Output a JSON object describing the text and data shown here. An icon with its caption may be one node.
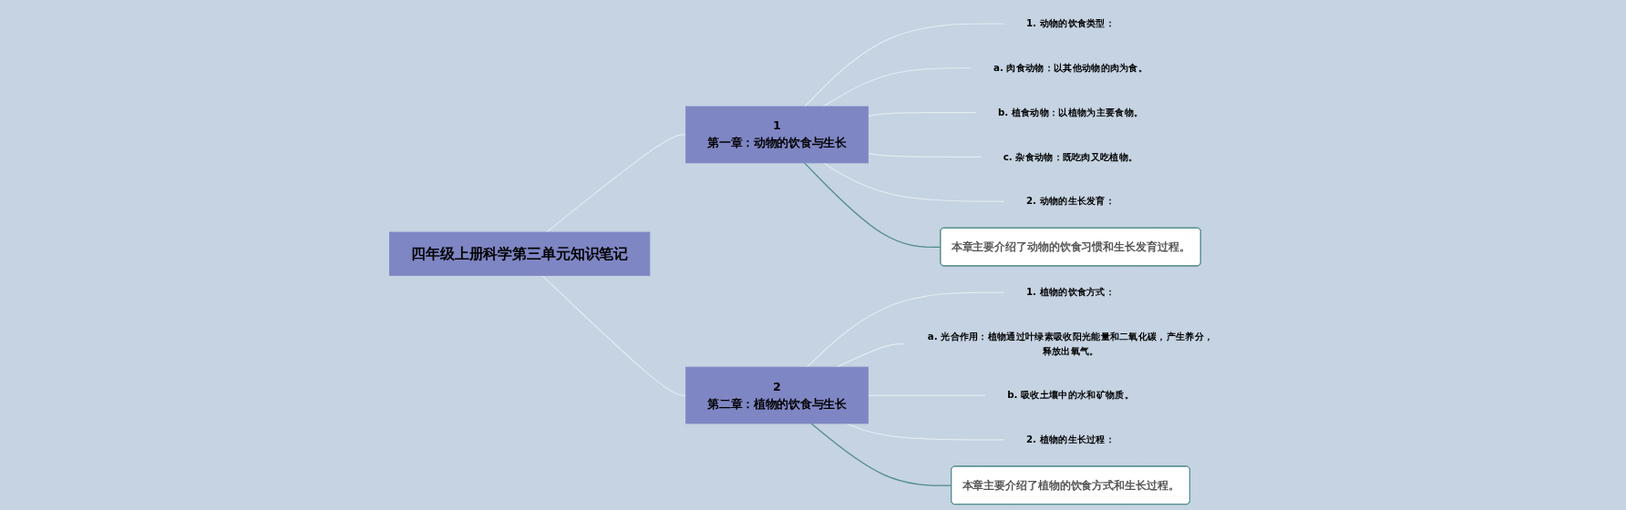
{
  "diagram": {
    "nodes": [
      {
        "text": [
          "四年级上册科学第三单元知识笔记"
        ]
      },
      {
        "text": [
          "1",
          "第一章：动物的饮食与生长"
        ]
      },
      {
        "text": [
          "1. 动物的饮食类型："
        ]
      },
      {
        "text": [
          "a. 肉食动物：以其他动物的肉为食。"
        ]
      },
      {
        "text": [
          "b. 植食动物：以植物为主要食物。"
        ]
      },
      {
        "text": [
          "c. 杂食动物：既吃肉又吃植物。"
        ]
      },
      {
        "text": [
          "2. 动物的生长发育："
        ]
      },
      {
        "text": [
          "本章主要介绍了动物的饮食习惯和生长发育过程。"
        ]
      },
      {
        "text": [
          "2",
          "第二章：植物的饮食与生长"
        ]
      },
      {
        "text": [
          "1. 植物的饮食方式："
        ]
      },
      {
        "text": [
          "a. 光合作用：植物通过叶绿素吸收阳光能量和二氧化碳，产生养分，释放出氧气。"
        ]
      },
      {
        "text": [
          "b. 吸收土壤中的水和矿物质。"
        ]
      },
      {
        "text": [
          "2. 植物的生长过程："
        ]
      },
      {
        "text": [
          "本章主要介绍了植物的饮食方式和生长过程。"
        ]
      }
    ],
    "edges": [
      {
        "from": 0,
        "to": 1,
        "arrow": "none"
      },
      {
        "from": 1,
        "to": 2,
        "arrow": "none"
      },
      {
        "from": 1,
        "to": 3,
        "arrow": "none"
      },
      {
        "from": 1,
        "to": 4,
        "arrow": "none"
      },
      {
        "from": 1,
        "to": 5,
        "arrow": "none"
      },
      {
        "from": 1,
        "to": 6,
        "arrow": "none"
      },
      {
        "from": 1,
        "to": 7,
        "arrow": "none",
        "color": "#4f8a8b"
      },
      {
        "from": 0,
        "to": 8,
        "arrow": "none"
      },
      {
        "from": 8,
        "to": 9,
        "arrow": "none"
      },
      {
        "from": 8,
        "to": 10,
        "arrow": "none"
      },
      {
        "from": 8,
        "to": 11,
        "arrow": "none"
      },
      {
        "from": 8,
        "to": 12,
        "arrow": "none"
      },
      {
        "from": 8,
        "to": 13,
        "arrow": "none",
        "color": "#4f8a8b"
      }
    ]
  }
}
